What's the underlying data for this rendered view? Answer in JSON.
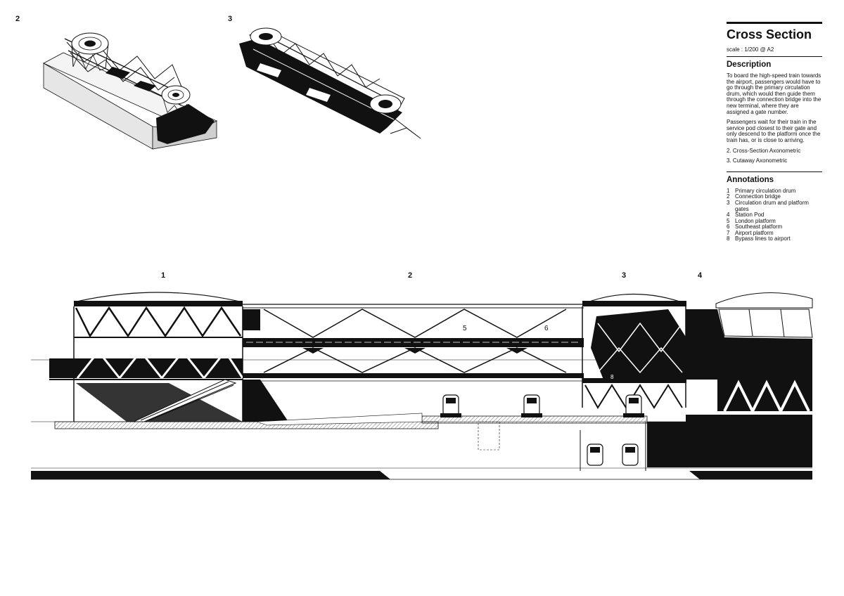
{
  "figures": {
    "fig2_number": "2",
    "fig3_number": "3"
  },
  "panel": {
    "title": "Cross Section",
    "scale": "scale : 1/200 @ A2",
    "description_heading": "Description",
    "description_paragraphs": [
      "To board the high-speed train towards the airport, passengers would have to go through the primary circulation drum, which would then guide them through the connection bridge into the new terminal, where they are assigned a gate number.",
      "Passengers wait for their train in the service pod closest to their gate and only descend to the platform once the train has, or is close to arriving.",
      "2. Cross-Section Axonometric",
      "3. Cutaway Axonometric"
    ],
    "annotations_heading": "Annotations",
    "annotations": [
      {
        "num": "1",
        "text": "Primary circulation drum"
      },
      {
        "num": "2",
        "text": "Connection bridge"
      },
      {
        "num": "3",
        "text": "Circulation drum and platform gates"
      },
      {
        "num": "4",
        "text": "Station Pod"
      },
      {
        "num": "5",
        "text": "London platform"
      },
      {
        "num": "6",
        "text": "Southeast platform"
      },
      {
        "num": "7",
        "text": "Airport platform"
      },
      {
        "num": "8",
        "text": "Bypass lines to airport"
      }
    ]
  },
  "section_labels": {
    "l1": "1",
    "l2": "2",
    "l3": "3",
    "l4": "4",
    "l5": "5",
    "l6": "6",
    "l8": "8"
  },
  "colors": {
    "ink": "#111111",
    "hatch": "#888888",
    "shade": "#d8d8d8"
  }
}
